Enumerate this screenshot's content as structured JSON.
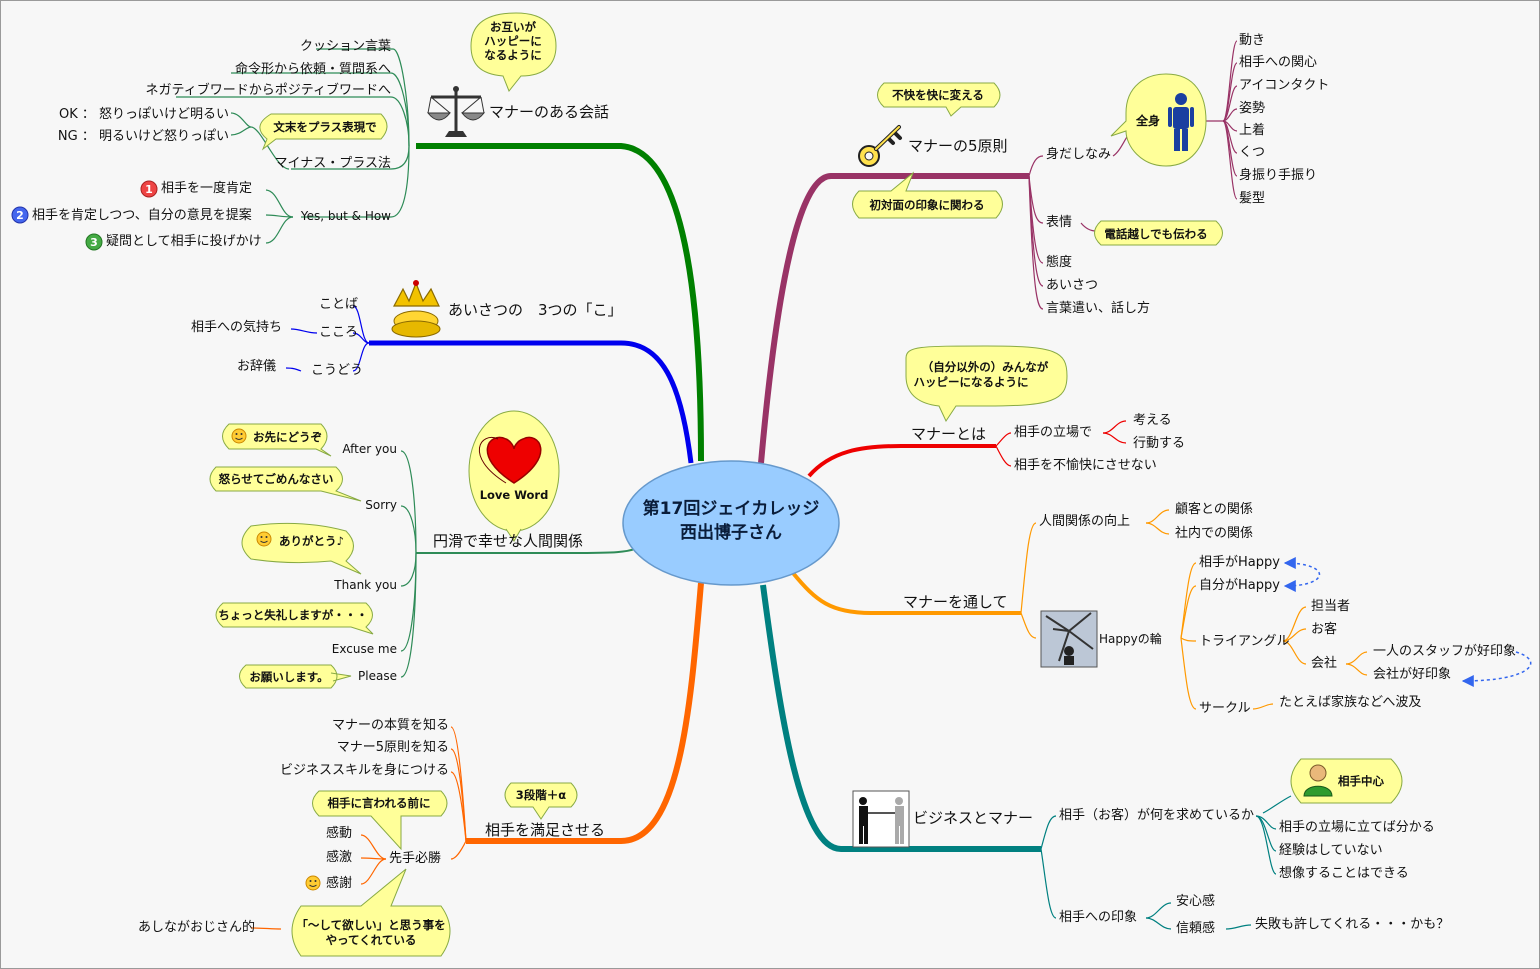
{
  "center": {
    "line1": "第17回ジェイカレッジ",
    "line2": "西出博子さん"
  },
  "colors": {
    "manners_talk": "#008000",
    "aisatsu": "#0000ee",
    "ningen": "#2e8b57",
    "manzoku": "#ff6600",
    "gensoku": "#993366",
    "toha": "#ee0000",
    "tooshite": "#ff9900",
    "business": "#008080"
  },
  "icons": {
    "scales": "scales-icon",
    "crown": "crown-icon",
    "heart": "heart-icon",
    "key": "key-icon",
    "person": "person-icon",
    "broken-glass": "broken-glass-icon",
    "handshake": "handshake-icon",
    "user": "user-icon",
    "smile": "smile-icon"
  },
  "manners_talk": {
    "title": "マナーのある会話",
    "callout": [
      "お互いが",
      "ハッピーに",
      "なるように"
    ],
    "items": [
      "クッション言葉",
      "命令形から依頼・質問系へ",
      "ネガティブワードからポジティブワードへ",
      "マイナス・プラス法",
      "Yes, but & How"
    ],
    "minus_plus": {
      "ok": "OK ： 怒りっぽいけど明るい",
      "ng": "NG ： 明るいけど怒りっぽい",
      "callout": "文末をプラス表現で"
    },
    "yes_but": [
      {
        "num": "1",
        "text": "相手を一度肯定"
      },
      {
        "num": "2",
        "text": "相手を肯定しつつ、自分の意見を提案"
      },
      {
        "num": "3",
        "text": "疑問として相手に投げかけ"
      }
    ]
  },
  "aisatsu": {
    "title": "あいさつの　3つの「こ」",
    "items": [
      "ことば",
      "こころ",
      "こうどう"
    ],
    "kokoro_sub": "相手への気持ち",
    "koudou_sub": "お辞儀"
  },
  "ningen": {
    "title": "円滑で幸せな人間関係",
    "icon_label": "Love Word",
    "items": [
      {
        "text": "After you",
        "callout": "お先にどうぞ"
      },
      {
        "text": "Sorry",
        "callout": "怒らせてごめんなさい"
      },
      {
        "text": "Thank you",
        "callout": "ありがとう♪"
      },
      {
        "text": "Excuse me",
        "callout": "ちょっと失礼しますが・・・"
      },
      {
        "text": "Please",
        "callout": "お願いします。"
      }
    ]
  },
  "manzoku": {
    "title": "相手を満足させる",
    "callout": "3段階＋α",
    "items": [
      "マナーの本質を知る",
      "マナー5原則を知る",
      "ビジネススキルを身につける",
      "先手必勝"
    ],
    "sente_callout": "相手に言われる前に",
    "sente_items": [
      "感動",
      "感激",
      "感謝"
    ],
    "ojisan": "あしながおじさん的",
    "ojisan_callout": [
      "「～して欲しい」と思う事を",
      "やってくれている"
    ]
  },
  "gensoku": {
    "title": "マナーの5原則",
    "callout_top": "不快を快に変える",
    "callout_bottom": "初対面の印象に関わる",
    "items": [
      "身だしなみ",
      "表情",
      "態度",
      "あいさつ",
      "言葉遣い、話し方"
    ],
    "zenshin": "全身",
    "zenshin_items": [
      "動き",
      "相手への関心",
      "アイコンタクト",
      "姿勢",
      "上着",
      "くつ",
      "身振り手振り",
      "髪型"
    ],
    "hyoujou_callout": "電話越しでも伝わる"
  },
  "toha": {
    "title": "マナーとは",
    "callout": [
      "（自分以外の）みんなが",
      "ハッピーになるように"
    ],
    "items": [
      "相手の立場で",
      "相手を不愉快にさせない"
    ],
    "tachiba_items": [
      "考える",
      "行動する"
    ]
  },
  "tooshite": {
    "title": "マナーを通して",
    "items": [
      "人間関係の向上",
      "Happyの輪"
    ],
    "kankei_items": [
      "顧客との関係",
      "社内での関係"
    ],
    "wa_items": [
      "相手がHappy",
      "自分がHappy",
      "トライアングル",
      "サークル"
    ],
    "triangle_items": [
      "担当者",
      "お客",
      "会社"
    ],
    "kaisha_items": [
      "一人のスタッフが好印象",
      "会社が好印象"
    ],
    "circle_item": "たとえば家族などへ波及"
  },
  "business": {
    "title": "ビジネスとマナー",
    "items": [
      "相手（お客）が何を求めているか",
      "相手への印象"
    ],
    "callout": "相手中心",
    "motome_items": [
      "相手の立場に立てば分かる",
      "経験はしていない",
      "想像することはできる"
    ],
    "inshou_items": [
      "安心感",
      "信頼感"
    ],
    "shinrai_item": "失敗も許してくれる・・・かも？"
  }
}
